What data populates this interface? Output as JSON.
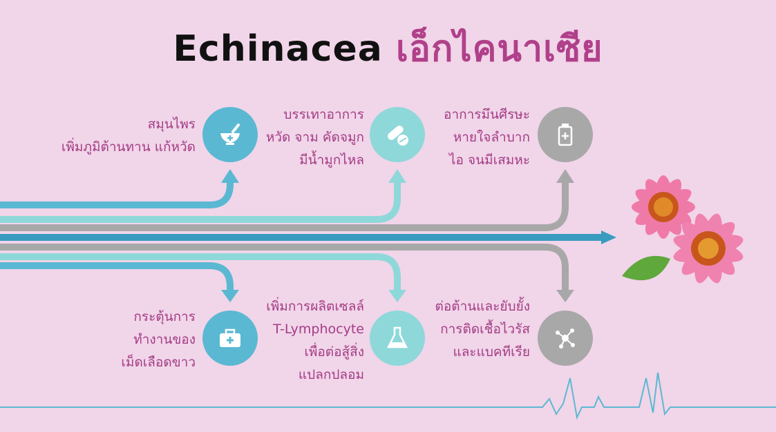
{
  "title": {
    "english": "Echinacea",
    "thai": "เอ็กไคนาเซีย"
  },
  "benefits_top": [
    {
      "icon": "mortar-pestle-icon",
      "color": "#5bb8d2",
      "lines": [
        "สมุนไพร",
        "เพิ่มภูมิต้านทาน แก้หวัด"
      ]
    },
    {
      "icon": "pills-icon",
      "color": "#8ed8da",
      "lines": [
        "บรรเทาอาการ",
        "หวัด จาม คัดจมูก",
        "มีน้ำมูกไหล"
      ]
    },
    {
      "icon": "medicine-bottle-icon",
      "color": "#a8a8a8",
      "lines": [
        "อาการมึนศีรษะ",
        "หายใจลำบาก",
        "ไอ จนมีเสมหะ"
      ]
    }
  ],
  "benefits_bottom": [
    {
      "icon": "first-aid-kit-icon",
      "color": "#5bb8d2",
      "lines": [
        "กระตุ้นการ",
        "ทำงานของ",
        "เม็ดเลือดขาว"
      ]
    },
    {
      "icon": "flask-icon",
      "color": "#8ed8da",
      "lines": [
        "เพิ่มการผลิตเซลล์",
        "T-Lymphocyte",
        "เพื่อต่อสู้สิ่ง",
        "แปลกปลอม"
      ]
    },
    {
      "icon": "molecule-icon",
      "color": "#a8a8a8",
      "lines": [
        "ต่อต้านและยับยั้ง",
        "การติดเชื้อไวรัส",
        "และแบคทีเรีย"
      ]
    }
  ],
  "colors": {
    "main_arrow": "#3a9bc0",
    "text": "#a33c84",
    "background": "#f1d5e9"
  }
}
